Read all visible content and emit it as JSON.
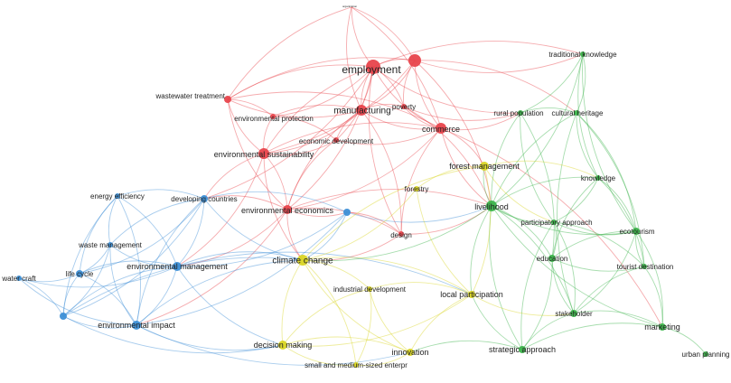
{
  "colors": {
    "red": "#e8454c",
    "green": "#3cb44b",
    "blue": "#3d8fd6",
    "yellow": "#d9d524"
  },
  "clusters": {
    "red": [
      {
        "id": "organization",
        "label": "organization"
      },
      {
        "id": "employment",
        "label": "employment"
      },
      {
        "id": "wastewater-treatment",
        "label": "wastewater treatment"
      },
      {
        "id": "environmental-protection",
        "label": "environmental protection"
      },
      {
        "id": "manufacturing",
        "label": "manufacturing"
      },
      {
        "id": "poverty",
        "label": "poverty"
      },
      {
        "id": "commerce",
        "label": "commerce"
      },
      {
        "id": "economic-development",
        "label": "economic development"
      },
      {
        "id": "environmental-sustainability",
        "label": "environmental sustainability"
      },
      {
        "id": "environmental-economics",
        "label": "environmental economics"
      },
      {
        "id": "design",
        "label": "design"
      },
      {
        "id": "red-hub",
        "label": ""
      }
    ],
    "green": [
      {
        "id": "traditional-knowledge",
        "label": "traditional knowledge"
      },
      {
        "id": "rural-population",
        "label": "rural population"
      },
      {
        "id": "cultural-heritage",
        "label": "cultural heritage"
      },
      {
        "id": "knowledge",
        "label": "knowledge"
      },
      {
        "id": "livelihood",
        "label": "livelihood"
      },
      {
        "id": "participatory-approach",
        "label": "participatory approach"
      },
      {
        "id": "ecotourism",
        "label": "ecotourism"
      },
      {
        "id": "education",
        "label": "education"
      },
      {
        "id": "tourist-destination",
        "label": "tourist destination"
      },
      {
        "id": "stakeholder",
        "label": "stakeholder"
      },
      {
        "id": "marketing",
        "label": "marketing"
      },
      {
        "id": "strategic-approach",
        "label": "strategic approach"
      },
      {
        "id": "urban-planning",
        "label": "urban planning"
      }
    ],
    "blue": [
      {
        "id": "energy-efficiency",
        "label": "energy efficiency"
      },
      {
        "id": "developing-countries",
        "label": "developing countries"
      },
      {
        "id": "waste-management",
        "label": "waste management"
      },
      {
        "id": "environmental-management",
        "label": "environmental management"
      },
      {
        "id": "water-craft",
        "label": "water craft"
      },
      {
        "id": "life-cycle",
        "label": "life cycle"
      },
      {
        "id": "environmental-impact",
        "label": "environmental impact"
      },
      {
        "id": "blue-hub",
        "label": ""
      },
      {
        "id": "blue-left",
        "label": ""
      }
    ],
    "yellow": [
      {
        "id": "forest-management",
        "label": "forest management"
      },
      {
        "id": "forestry",
        "label": "forestry"
      },
      {
        "id": "climate-change",
        "label": "climate change"
      },
      {
        "id": "industrial-development",
        "label": "industrial development"
      },
      {
        "id": "local-participation",
        "label": "local participation"
      },
      {
        "id": "decision-making",
        "label": "decision making"
      },
      {
        "id": "innovation",
        "label": "innovation"
      },
      {
        "id": "small-and-medium-sized-enterpr",
        "label": "small and medium-sized enterpr"
      }
    ]
  }
}
